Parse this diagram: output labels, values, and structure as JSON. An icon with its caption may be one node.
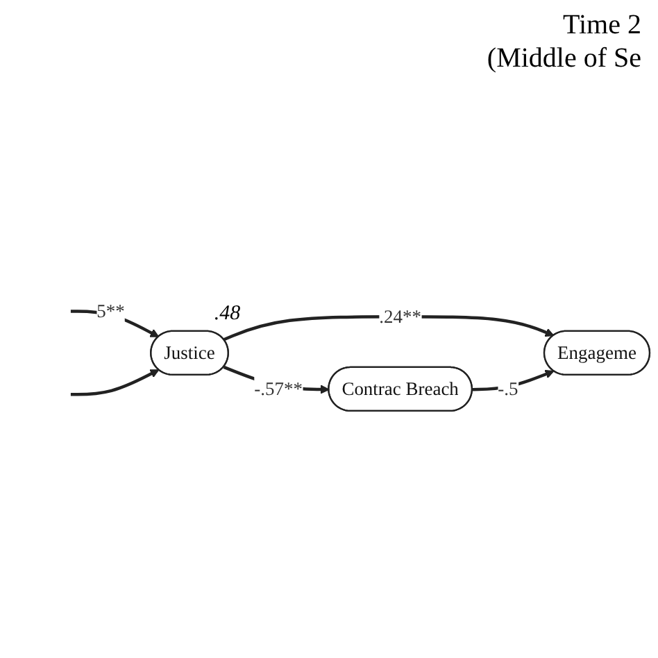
{
  "diagram": {
    "nodes": [
      {
        "text": [
          "Justice"
        ],
        "beside": [
          ".48"
        ]
      },
      {
        "text": [
          "Contrac Breach"
        ]
      },
      {
        "text": [
          "Engageme"
        ]
      }
    ],
    "edges": [
      {
        "from": null,
        "to": 0,
        "arrow": "to",
        "label": "5**"
      },
      {
        "from": null,
        "to": 0,
        "arrow": "to"
      },
      {
        "from": 0,
        "to": 1,
        "arrow": "to",
        "label": "-.57**"
      },
      {
        "from": 0,
        "to": 2,
        "arrow": "to",
        "label": ".24**"
      },
      {
        "from": 1,
        "to": 2,
        "arrow": "to",
        "label": "-.5"
      }
    ],
    "labels": [
      "Time 2",
      "(Middle of Se"
    ]
  }
}
